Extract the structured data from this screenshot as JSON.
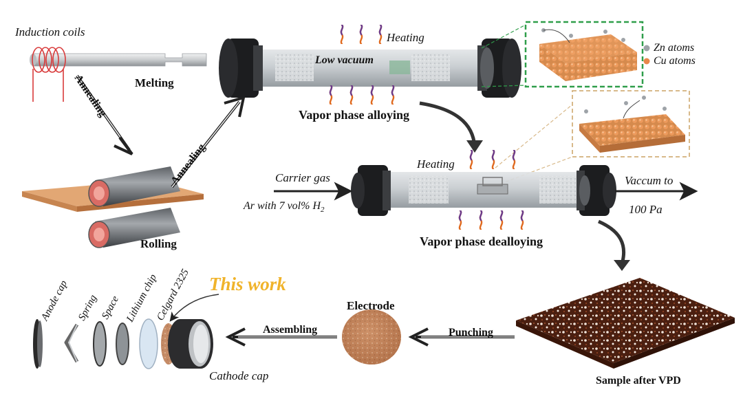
{
  "labels": {
    "induction_coils": "Induction coils",
    "melting": "Melting",
    "annealing_1": "Annealing",
    "annealing_2": "Annealing",
    "rolling": "Rolling",
    "heating_top": "Heating",
    "low_vacuum": "Low vacuum",
    "vapor_phase_alloying": "Vapor phase alloying",
    "zn_atoms": "Zn atoms",
    "cu_atoms": "Cu atoms",
    "heating_mid": "Heating",
    "carrier_gas": "Carrier gas",
    "ar_h2_main": "Ar with 7 vol% H",
    "ar_h2_sub": "2",
    "vaccum_to": "Vaccum to",
    "pressure": "100 Pa",
    "vapor_phase_dealloying": "Vapor phase dealloying",
    "anode_cap": "Anode cap",
    "spring": "Spring",
    "space": "Space",
    "lithium_chip": "Lithium chip",
    "celgard": "Celgard 2325",
    "this_work": "This work",
    "electrode": "Electrode",
    "assembling": "Assembling",
    "punching": "Punching",
    "cathode_cap": "Cathode cap",
    "sample_after_vpd": "Sample after VPD"
  },
  "colors": {
    "copper": "#d9955a",
    "copper_dark": "#b8703c",
    "zn_atom": "#9ea3a8",
    "cu_atom": "#e8874a",
    "dashed_green": "#2f9e4a",
    "dashed_tan": "#d8b98a",
    "heat_orange": "#e06a1f",
    "heat_purple": "#6b3b8c",
    "this_work": "#f0b32a"
  }
}
